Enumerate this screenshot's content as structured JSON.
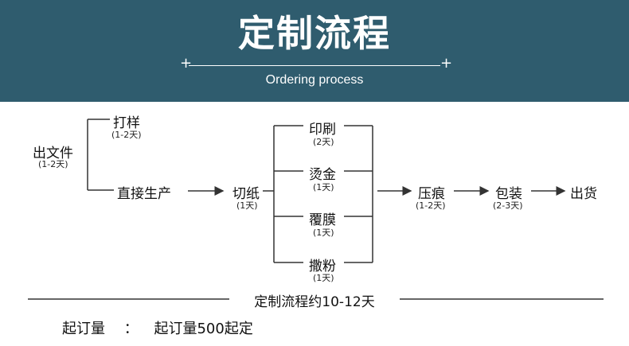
{
  "header": {
    "title": "定制流程",
    "subtitle": "Ordering process",
    "deco_plus": "+"
  },
  "steps": {
    "file": {
      "label": "出文件",
      "duration": "(1-2天)"
    },
    "sample": {
      "label": "打样",
      "duration": "(1-2天)"
    },
    "direct": {
      "label": "直接生产"
    },
    "cut": {
      "label": "切纸",
      "duration": "(1天)"
    },
    "print": {
      "label": "印刷",
      "duration": "(2天)"
    },
    "foil": {
      "label": "烫金",
      "duration": "(1天)"
    },
    "laminate": {
      "label": "覆膜",
      "duration": "(1天)"
    },
    "powder": {
      "label": "撒粉",
      "duration": "(1天)"
    },
    "crease": {
      "label": "压痕",
      "duration": "(1-2天)"
    },
    "pack": {
      "label": "包装",
      "duration": "(2-3天)"
    },
    "ship": {
      "label": "出货"
    }
  },
  "footer": {
    "total": "定制流程约10-12天",
    "moq_label": "起订量",
    "moq_sep": "：",
    "moq_value": "起订量500起定"
  },
  "colors": {
    "banner": "#2f5c6e",
    "line": "#333333"
  }
}
